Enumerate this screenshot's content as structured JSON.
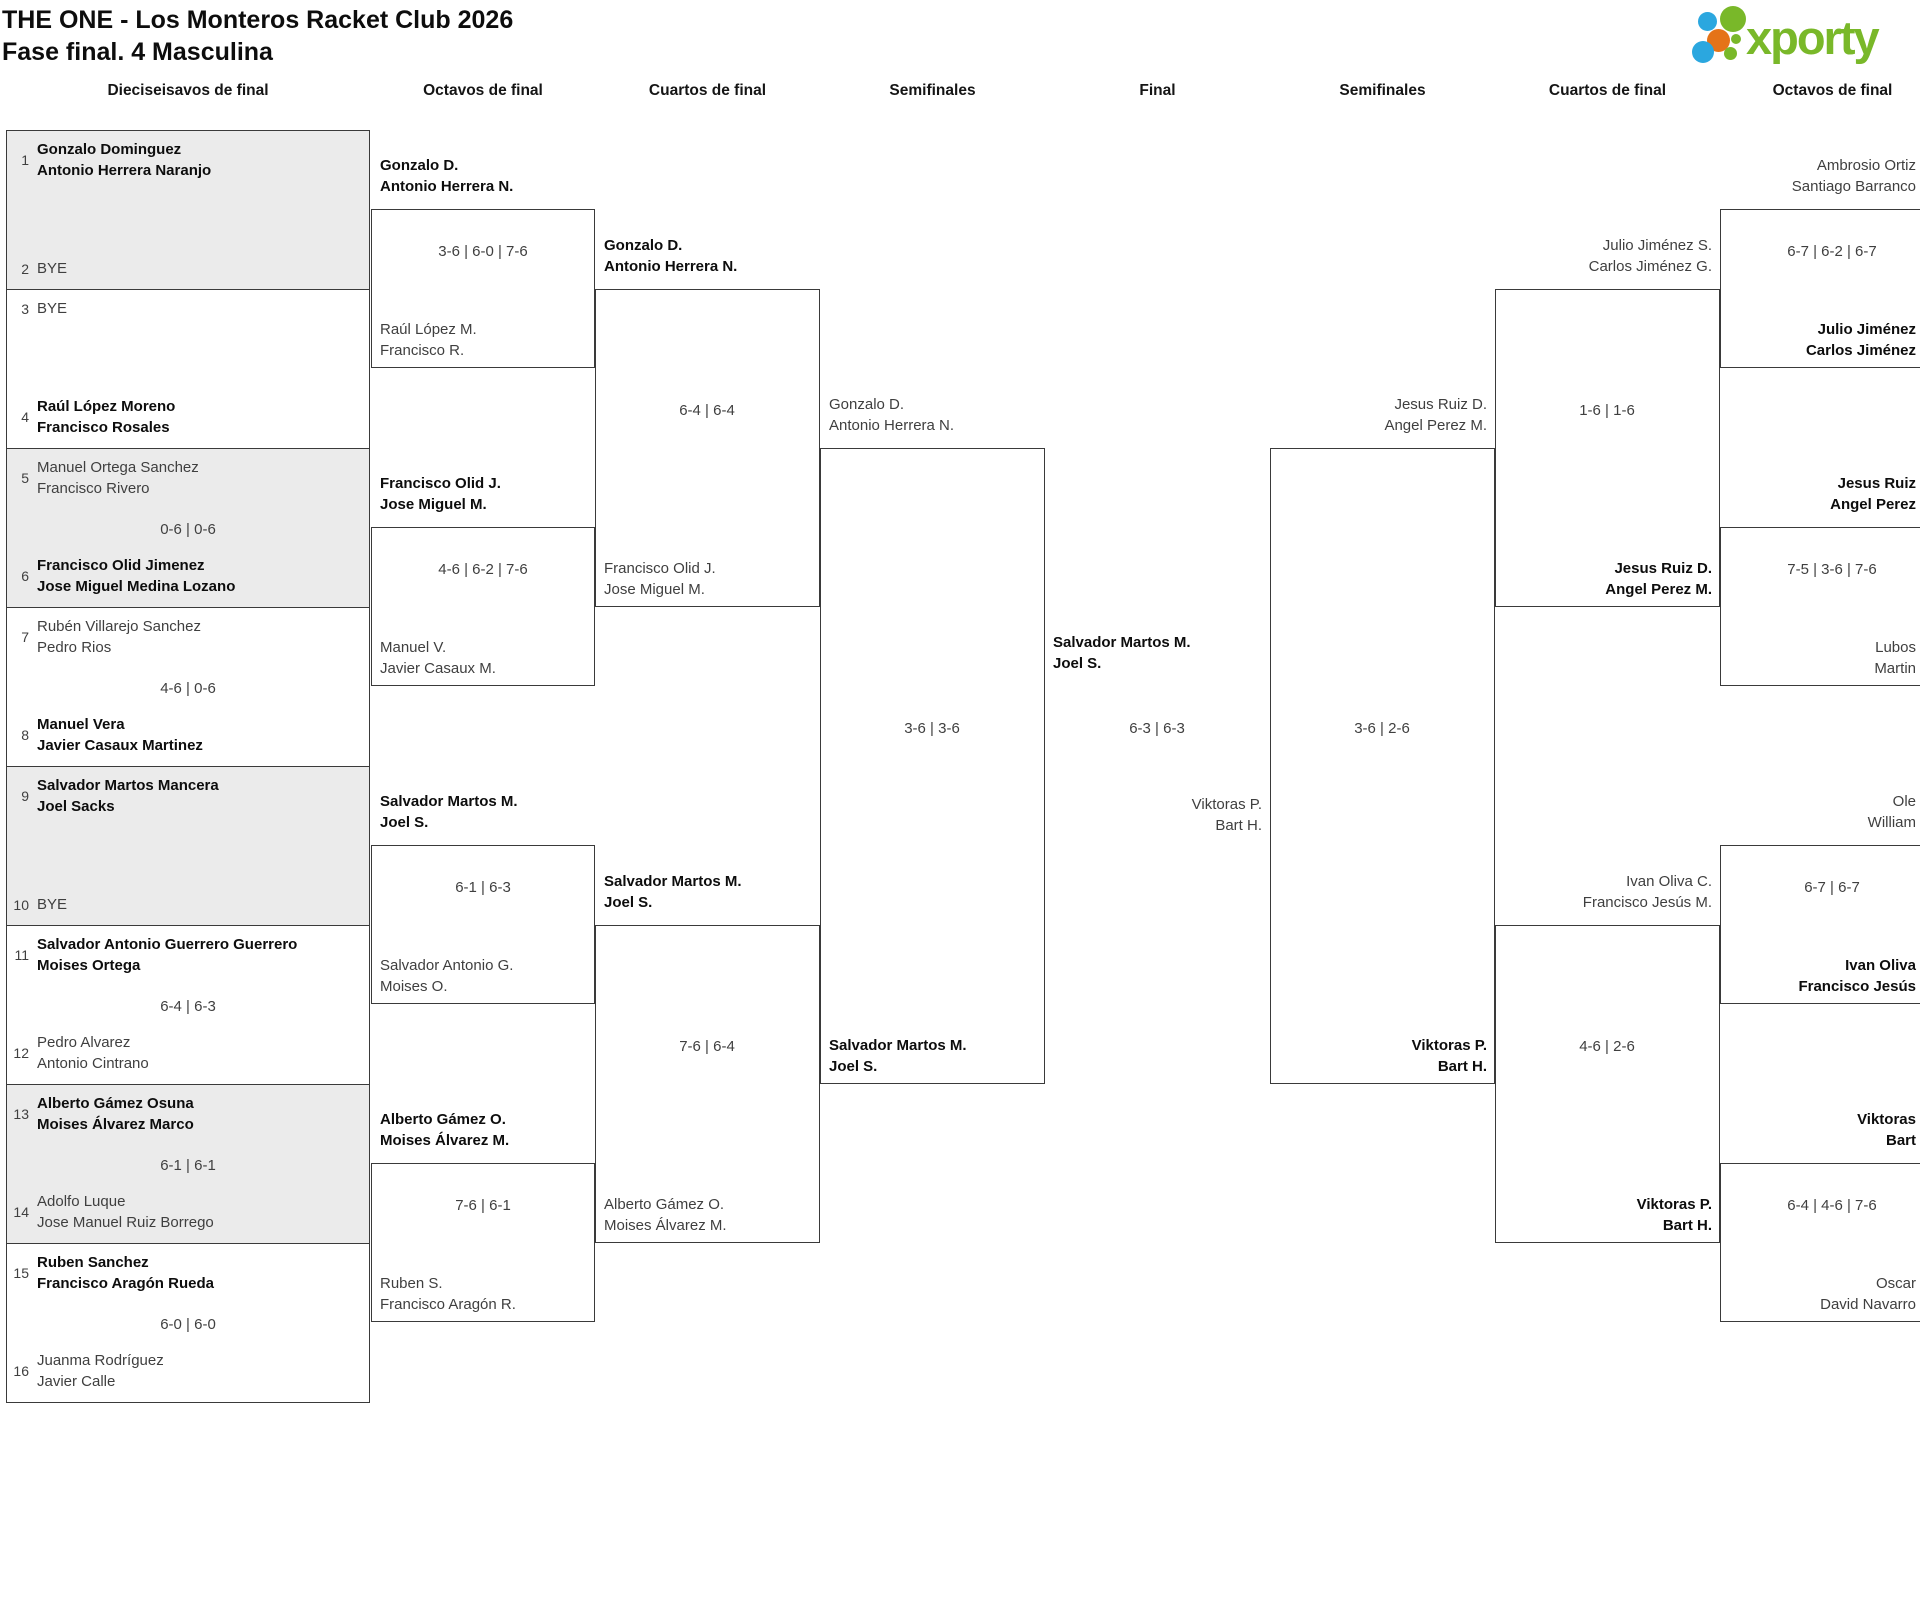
{
  "title": {
    "line1": "THE ONE - Los Monteros Racket Club 2026",
    "line2": "Fase final. 4 Masculina"
  },
  "logo": {
    "text": "xporty",
    "green": "#79b829",
    "blue": "#2ba7df",
    "orange": "#e57318"
  },
  "round_headers": [
    "Dieciseisavos de final",
    "Octavos de final",
    "Cuartos de final",
    "Semifinales",
    "Final",
    "Semifinales",
    "Cuartos de final",
    "Octavos de final"
  ],
  "colors": {
    "grey_fill": "#ebebeb",
    "border": "#3a3a3a",
    "text_normal": "#3f3f3f",
    "text_winner": "#0d0d0d"
  },
  "seeds": [
    {
      "num": "1",
      "lines": [
        "Gonzalo Dominguez",
        "Antonio Herrera Naranjo"
      ],
      "bold": true
    },
    {
      "num": "2",
      "lines": [
        "BYE"
      ],
      "bold": false
    },
    {
      "num": "3",
      "lines": [
        "BYE"
      ],
      "bold": false
    },
    {
      "num": "4",
      "lines": [
        "Raúl López Moreno",
        "Francisco Rosales"
      ],
      "bold": true
    },
    {
      "num": "5",
      "lines": [
        "Manuel Ortega Sanchez",
        "Francisco Rivero"
      ],
      "bold": false
    },
    {
      "num": "6",
      "lines": [
        "Francisco Olid Jimenez",
        "Jose Miguel Medina Lozano"
      ],
      "bold": true
    },
    {
      "num": "7",
      "lines": [
        "Rubén Villarejo Sanchez",
        "Pedro Rios"
      ],
      "bold": false
    },
    {
      "num": "8",
      "lines": [
        "Manuel Vera",
        "Javier Casaux Martinez"
      ],
      "bold": true
    },
    {
      "num": "9",
      "lines": [
        "Salvador Martos Mancera",
        "Joel Sacks"
      ],
      "bold": true
    },
    {
      "num": "10",
      "lines": [
        "BYE"
      ],
      "bold": false
    },
    {
      "num": "11",
      "lines": [
        "Salvador Antonio Guerrero Guerrero",
        "Moises Ortega"
      ],
      "bold": true
    },
    {
      "num": "12",
      "lines": [
        "Pedro Alvarez",
        "Antonio Cintrano"
      ],
      "bold": false
    },
    {
      "num": "13",
      "lines": [
        "Alberto Gámez Osuna",
        "Moises Álvarez Marco"
      ],
      "bold": true
    },
    {
      "num": "14",
      "lines": [
        "Adolfo Luque",
        "Jose Manuel Ruiz Borrego"
      ],
      "bold": false
    },
    {
      "num": "15",
      "lines": [
        "Ruben Sanchez",
        "Francisco Aragón Rueda"
      ],
      "bold": true
    },
    {
      "num": "16",
      "lines": [
        "Juanma Rodríguez",
        "Javier Calle"
      ],
      "bold": false
    }
  ],
  "pair_scores": [
    "",
    "",
    "0-6 | 0-6",
    "4-6 | 0-6",
    "",
    "6-4 | 6-3",
    "6-1 | 6-1",
    "6-0 | 6-0"
  ],
  "octavos_left": [
    {
      "top": [
        "Gonzalo D.",
        "Antonio Herrera N."
      ],
      "top_bold": true,
      "score": "3-6 | 6-0 | 7-6",
      "bottom": [
        "Raúl López M.",
        "Francisco R."
      ],
      "bottom_bold": false
    },
    {
      "top": [
        "Francisco Olid J.",
        "Jose Miguel M."
      ],
      "top_bold": true,
      "score": "4-6 | 6-2 | 7-6",
      "bottom": [
        "Manuel V.",
        "Javier Casaux M."
      ],
      "bottom_bold": false
    },
    {
      "top": [
        "Salvador Martos M.",
        "Joel S."
      ],
      "top_bold": true,
      "score": "6-1 | 6-3",
      "bottom": [
        "Salvador Antonio G.",
        "Moises O."
      ],
      "bottom_bold": false
    },
    {
      "top": [
        "Alberto Gámez O.",
        "Moises Álvarez M."
      ],
      "top_bold": true,
      "score": "7-6 | 6-1",
      "bottom": [
        "Ruben S.",
        "Francisco Aragón R."
      ],
      "bottom_bold": false
    }
  ],
  "cuartos_left": [
    {
      "top": [
        "Gonzalo D.",
        "Antonio Herrera N."
      ],
      "top_bold": true,
      "score": "6-4 | 6-4",
      "bottom": [
        "Francisco Olid J.",
        "Jose Miguel M."
      ],
      "bottom_bold": false
    },
    {
      "top": [
        "Salvador Martos M.",
        "Joel S."
      ],
      "top_bold": true,
      "score": "7-6 | 6-4",
      "bottom": [
        "Alberto Gámez O.",
        "Moises Álvarez M."
      ],
      "bottom_bold": false
    }
  ],
  "semifinal_left": {
    "top": [
      "Gonzalo D.",
      "Antonio Herrera N."
    ],
    "top_bold": false,
    "score": "3-6 | 3-6",
    "bottom": [
      "Salvador Martos M.",
      "Joel S."
    ],
    "bottom_bold": true
  },
  "final": {
    "top": [
      "Salvador Martos M.",
      "Joel S."
    ],
    "top_bold": true,
    "score": "6-3 | 6-3",
    "bottom": [
      "Viktoras P.",
      "Bart H."
    ],
    "bottom_bold": false
  },
  "semifinal_right": {
    "top": [
      "Jesus Ruiz D.",
      "Angel Perez M."
    ],
    "top_bold": false,
    "score": "3-6 | 2-6",
    "bottom": [
      "Viktoras P.",
      "Bart H."
    ],
    "bottom_bold": true
  },
  "cuartos_right": [
    {
      "top": [
        "Julio Jiménez S.",
        "Carlos Jiménez G."
      ],
      "top_bold": false,
      "score": "1-6 | 1-6",
      "bottom": [
        "Jesus Ruiz D.",
        "Angel Perez M."
      ],
      "bottom_bold": true
    },
    {
      "top": [
        "Ivan Oliva C.",
        "Francisco Jesús M."
      ],
      "top_bold": false,
      "score": "4-6 | 2-6",
      "bottom": [
        "Viktoras P.",
        "Bart H."
      ],
      "bottom_bold": true
    }
  ],
  "octavos_right": [
    {
      "top": [
        "Ambrosio Ortiz",
        "Santiago Barranco"
      ],
      "top_bold": false,
      "score": "6-7 | 6-2 | 6-7",
      "bottom": [
        "Julio Jiménez",
        "Carlos Jiménez"
      ],
      "bottom_bold": true
    },
    {
      "top": [
        "Jesus Ruiz",
        "Angel Perez"
      ],
      "top_bold": true,
      "score": "7-5 | 3-6 | 7-6",
      "bottom": [
        "Lubos",
        "Martin"
      ],
      "bottom_bold": false
    },
    {
      "top": [
        "Ole",
        "William"
      ],
      "top_bold": false,
      "score": "6-7 | 6-7",
      "bottom": [
        "Ivan Oliva",
        "Francisco Jesús"
      ],
      "bottom_bold": true
    },
    {
      "top": [
        "Viktoras",
        "Bart"
      ],
      "top_bold": true,
      "score": "6-4 | 4-6 | 7-6",
      "bottom": [
        "Oscar",
        "David Navarro"
      ],
      "bottom_bold": false
    }
  ]
}
